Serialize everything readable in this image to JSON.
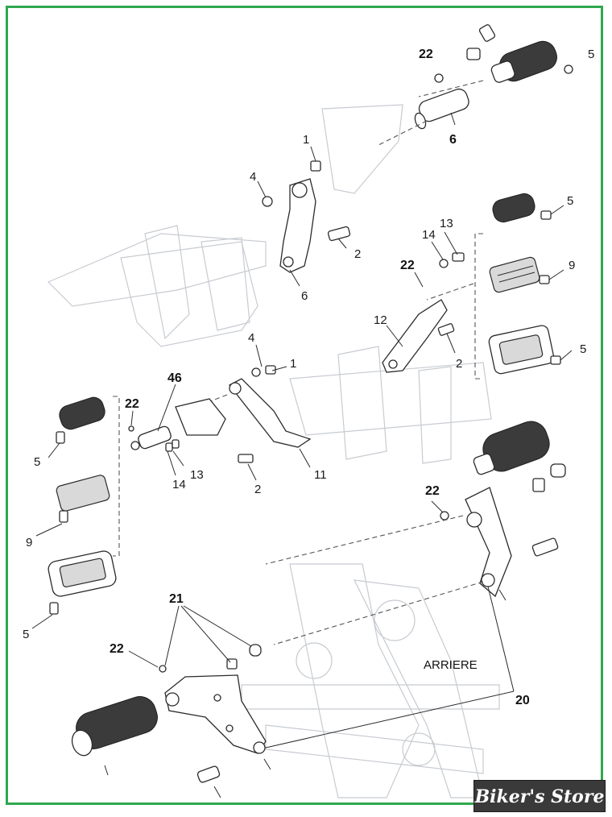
{
  "diagram": {
    "area_label": "ARRIERE",
    "callouts": {
      "c22_top": "22",
      "c5_top": "5",
      "c6_top": "6",
      "c1_upper": "1",
      "c4_upper": "4",
      "c2_upper": "2",
      "c6_mid": "6",
      "c5_right1": "5",
      "c13_right": "13",
      "c14_right": "14",
      "c22_right": "22",
      "c9_right": "9",
      "c12": "12",
      "c2_right": "2",
      "c5_right2": "5",
      "c46": "46",
      "c22_left": "22",
      "c4_mid": "4",
      "c1_mid": "1",
      "c5_left1": "5",
      "c13_left": "13",
      "c14_left": "14",
      "c2_mid": "2",
      "c11": "11",
      "c9_left": "9",
      "c5_left2": "5",
      "c22_rear": "22",
      "c21": "21",
      "c22_bottom": "22",
      "c20": "20"
    }
  },
  "branding": {
    "watermark_text": "Biker's Store"
  },
  "colors": {
    "frame_border": "#2fa84f",
    "watermark_bg": "#3a3a3a"
  }
}
